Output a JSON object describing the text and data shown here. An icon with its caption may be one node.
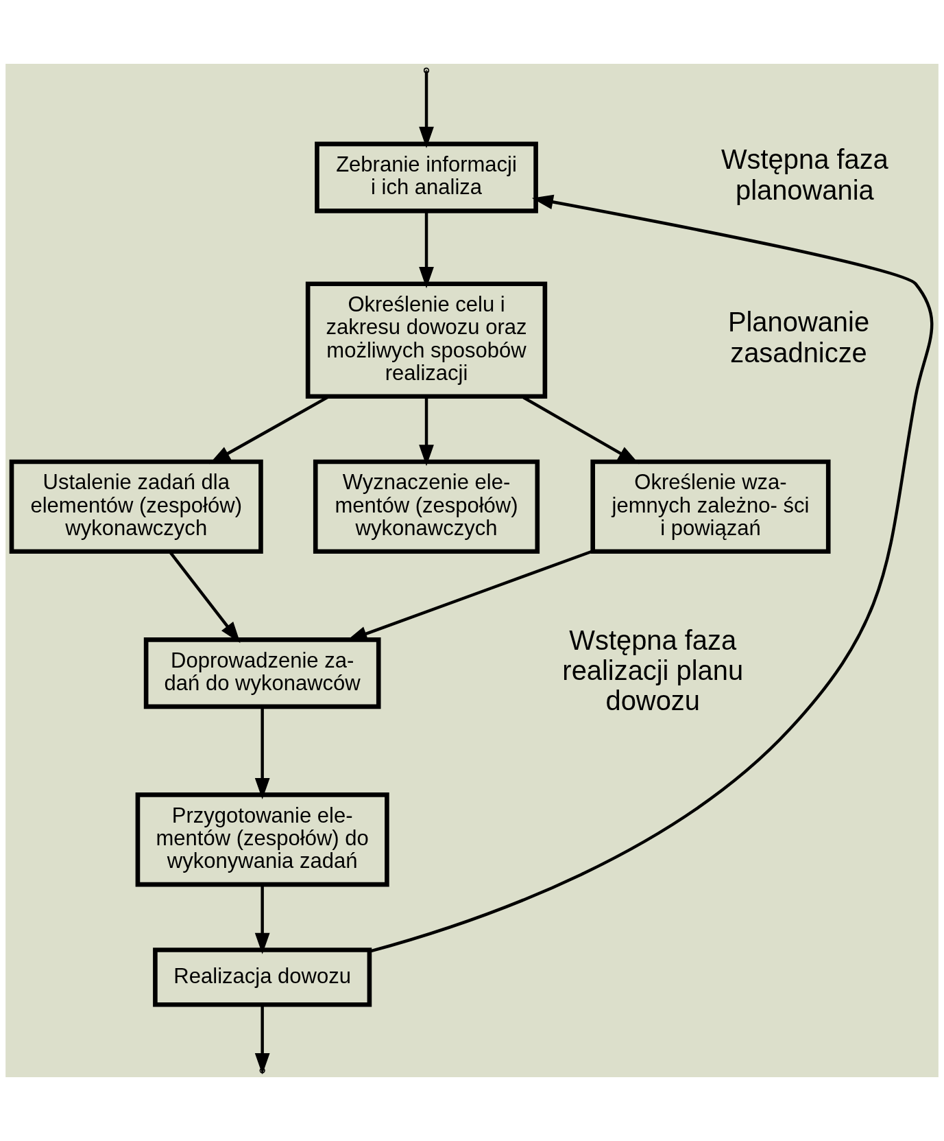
{
  "diagram": {
    "nodes": [
      {
        "text": [
          "Zebranie informacji i ich analiza"
        ]
      },
      {
        "text": [
          "Określenie celu i zakresu dowozu oraz możliwych sposobów realizacji"
        ]
      },
      {
        "text": [
          "Ustalenie zadań dla elementów (zespołów) wykonawczych"
        ]
      },
      {
        "text": [
          "Wyznaczenie ele- mentów (zespołów) wykonawczych"
        ]
      },
      {
        "text": [
          "Określenie wza- jemnych zależno- ści i powiązań"
        ]
      },
      {
        "text": [
          "Doprowadzenie za- dań do wykonawców"
        ]
      },
      {
        "text": [
          "Przygotowanie ele- mentów (zespołów) do wykonywania zadań"
        ]
      },
      {
        "text": [
          "Realizacja dowozu"
        ]
      }
    ],
    "edges": [
      {
        "from": null,
        "to": 0,
        "arrow": "to"
      },
      {
        "from": 0,
        "to": 1,
        "arrow": "to"
      },
      {
        "from": 1,
        "to": 2,
        "arrow": "to"
      },
      {
        "from": 1,
        "to": 3,
        "arrow": "to"
      },
      {
        "from": 1,
        "to": 4,
        "arrow": "to"
      },
      {
        "from": 2,
        "to": 5,
        "arrow": "to"
      },
      {
        "from": 4,
        "to": 5,
        "arrow": "to"
      },
      {
        "from": 5,
        "to": 6,
        "arrow": "to"
      },
      {
        "from": 6,
        "to": 7,
        "arrow": "to"
      },
      {
        "from": 7,
        "to": 0,
        "arrow": "to"
      },
      {
        "from": 7,
        "to": null,
        "arrow": "to"
      }
    ],
    "labels": [
      "Wstępna faza planowania",
      "Planowanie zasadnicze",
      "Wstępna faza realizacji planu dowozu"
    ]
  }
}
